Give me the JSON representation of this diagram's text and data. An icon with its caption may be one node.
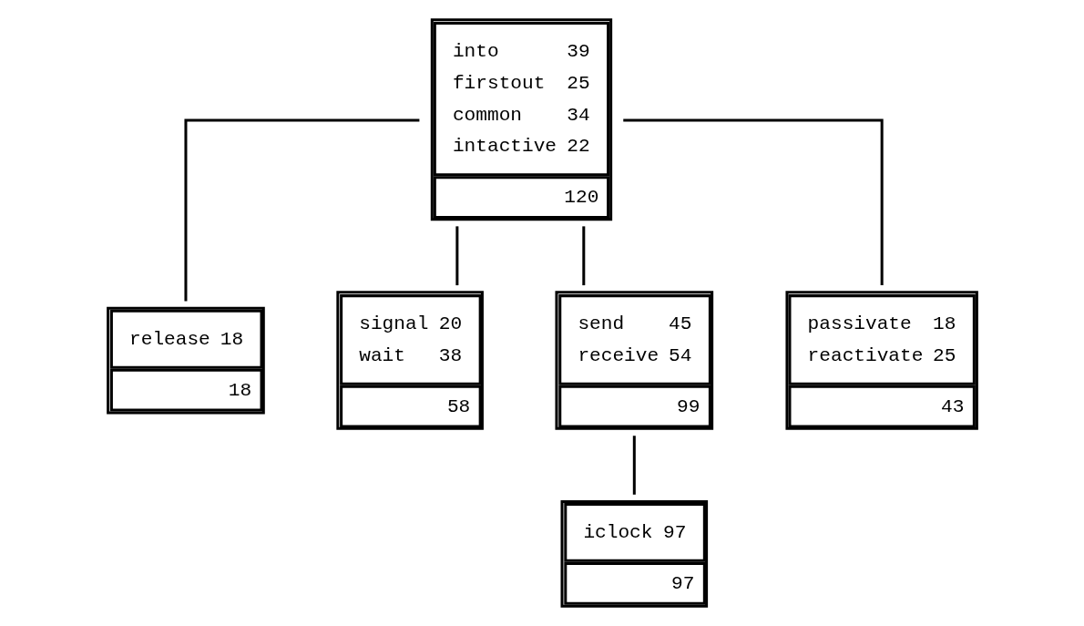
{
  "diagram": {
    "nodes": [
      {
        "text": [
          "into",
          "39",
          "firstout",
          "25",
          "common",
          "34",
          "intactive",
          "22",
          "120"
        ]
      },
      {
        "text": [
          "release",
          "18",
          "18"
        ]
      },
      {
        "text": [
          "signal",
          "20",
          "wait",
          "38",
          "58"
        ]
      },
      {
        "text": [
          "send",
          "45",
          "receive",
          "54",
          "99"
        ]
      },
      {
        "text": [
          "passivate",
          "18",
          "reactivate",
          "25",
          "43"
        ]
      },
      {
        "text": [
          "iclock",
          "97",
          "97"
        ]
      }
    ],
    "edges": [
      {
        "from": 0,
        "to": 1,
        "arrow": "none"
      },
      {
        "from": 0,
        "to": 2,
        "arrow": "none"
      },
      {
        "from": 0,
        "to": 3,
        "arrow": "none"
      },
      {
        "from": 0,
        "to": 4,
        "arrow": "none"
      },
      {
        "from": 3,
        "to": 5,
        "arrow": "none"
      }
    ]
  }
}
